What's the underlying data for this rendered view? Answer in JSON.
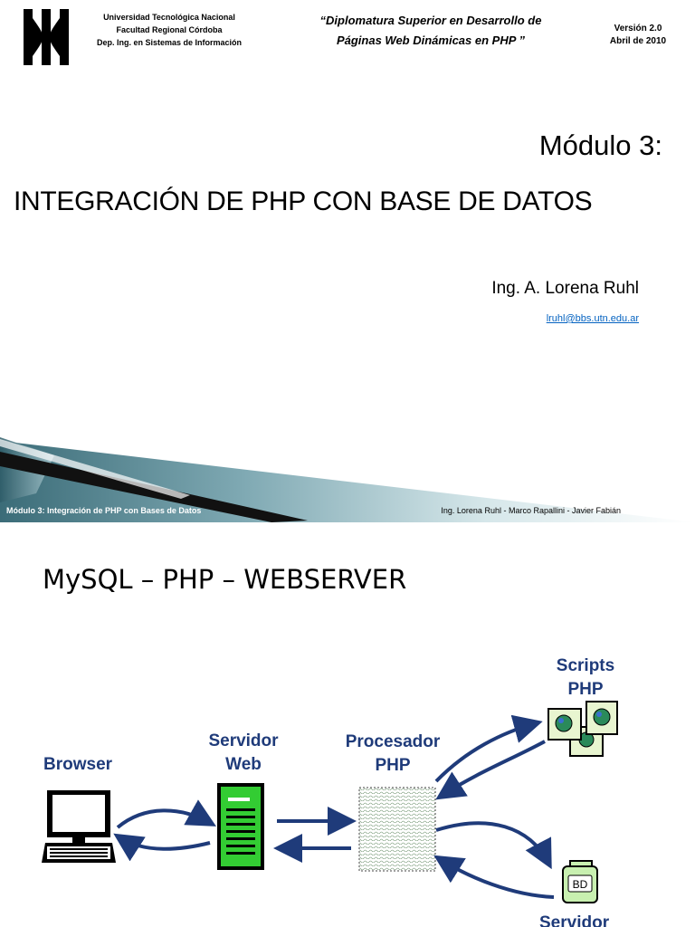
{
  "slide1": {
    "institution": {
      "line1": "Universidad Tecnológica Nacional",
      "line2": "Facultad Regional Córdoba",
      "line3": "Dep. Ing. en Sistemas de Información"
    },
    "course": {
      "line1": "“Diplomatura Superior en Desarrollo de",
      "line2": "Páginas Web Dinámicas en PHP ”"
    },
    "version": {
      "line1": "Versión 2.0",
      "line2": "Abril de 2010"
    },
    "module_label": "Módulo 3:",
    "title": "INTEGRACIÓN DE PHP CON BASE DE DATOS",
    "author": "Ing. A. Lorena Ruhl",
    "email": "lruhl@bbs.utn.edu.ar",
    "footer_left": "Módulo 3: Integración de PHP con Bases de Datos",
    "footer_right": "Ing. Lorena Ruhl - Marco Rapallini - Javier Fabián",
    "colors": {
      "link": "#0563c1",
      "band_dark": "#3b6c78",
      "band_light": "#d6e7ea"
    }
  },
  "slide2": {
    "title": "MySQL – PHP – WEBSERVER",
    "labels": {
      "browser": "Browser",
      "server_line1": "Servidor",
      "server_line2": "Web",
      "processor_line1": "Procesador",
      "processor_line2": "PHP",
      "scripts_line1": "Scripts",
      "scripts_line2": "PHP",
      "db_icon": "BD",
      "db_server": "Servidor"
    },
    "icons": [
      "computer-icon",
      "server-tower-icon",
      "php-processor-box",
      "script-documents-icon",
      "database-icon"
    ],
    "colors": {
      "label": "#1f3b7a",
      "arrow": "#1f3b7a",
      "server": "#33cc33",
      "db": "#c8f0b0"
    }
  }
}
